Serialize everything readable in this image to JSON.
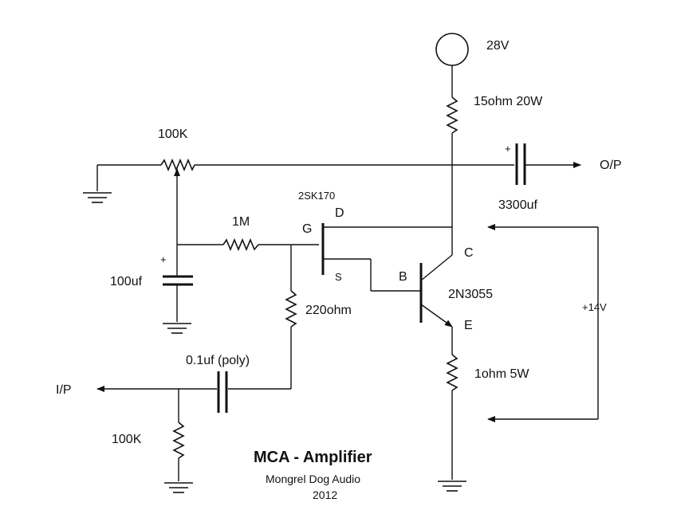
{
  "labels": {
    "supply_voltage": "28V",
    "load_resistor": "15ohm 20W",
    "pot": "100K",
    "output": "O/P",
    "output_cap": "3300uf",
    "output_cap_polarity": "+",
    "fet": "2SK170",
    "fet_drain": "D",
    "fet_gate": "G",
    "fet_source": "S",
    "gate_resistor": "1M",
    "bypass_cap": "100uf",
    "bypass_cap_polarity": "+",
    "source_resistor": "220ohm",
    "bjt": "2N3055",
    "bjt_base": "B",
    "bjt_collector": "C",
    "bjt_emitter": "E",
    "bias_voltage": "+14V",
    "emitter_resistor": "1ohm 5W",
    "input_cap": "0.1uf (poly)",
    "input": "I/P",
    "input_resistor": "100K"
  },
  "title": "MCA - Amplifier",
  "subtitle": "Mongrel Dog Audio",
  "year": "2012"
}
